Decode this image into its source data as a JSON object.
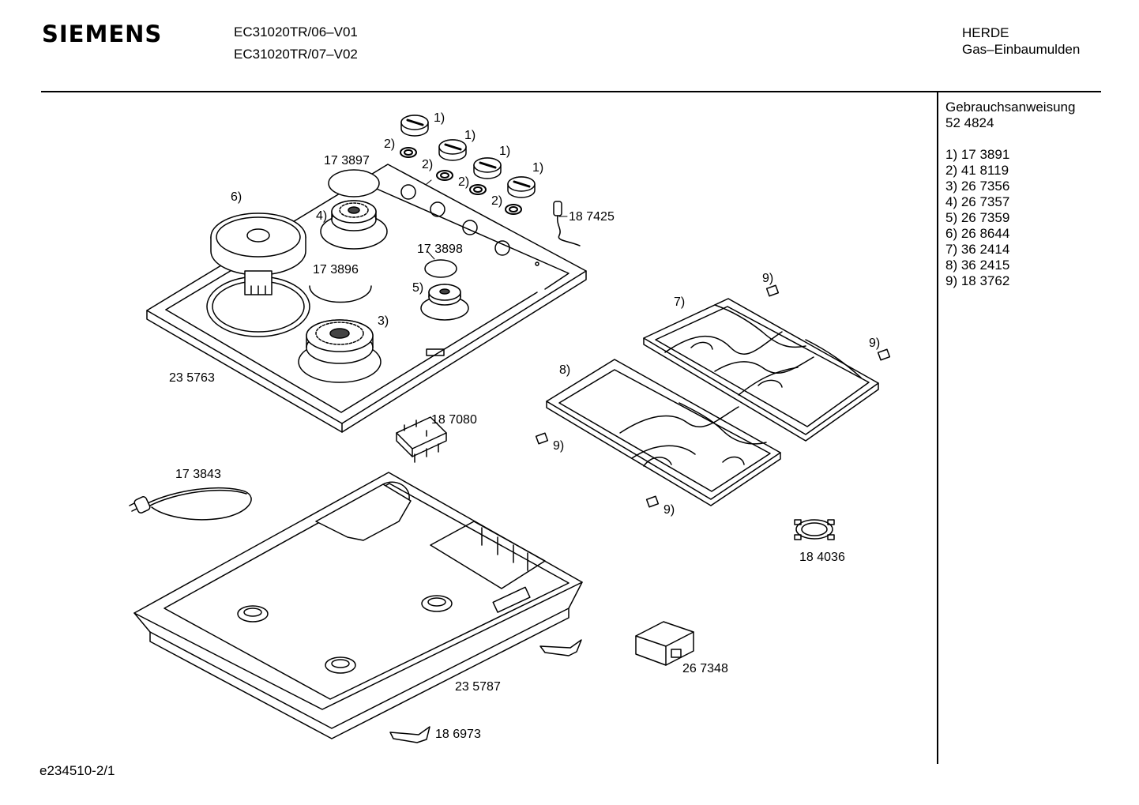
{
  "header": {
    "brand": "SIEMENS",
    "models": [
      "EC31020TR/06–V01",
      "EC31020TR/07–V02"
    ],
    "category": [
      "HERDE",
      "Gas–Einbaumulden"
    ]
  },
  "sidebar": {
    "title": "Gebrauchsanweisung",
    "title_number": "52 4824",
    "parts": [
      "1) 17 3891",
      "2) 41 8119",
      "3) 26 7356",
      "4) 26 7357",
      "5) 26 7359",
      "6) 26 8644",
      "7) 36 2414",
      "8) 36 2415",
      "9) 18 3762"
    ]
  },
  "callouts": {
    "knob_1a": "1)",
    "knob_1b": "1)",
    "knob_1c": "1)",
    "knob_1d": "1)",
    "ring_2a": "2)",
    "ring_2b": "2)",
    "ring_2c": "2)",
    "ring_2d": "2)",
    "burner_3": "3)",
    "burner_4": "4)",
    "burner_5": "5)",
    "hotplate_6": "6)",
    "grid_7": "7)",
    "grid_8": "8)",
    "foot_9a": "9)",
    "foot_9b": "9)",
    "foot_9c": "9)",
    "foot_9d": "9)"
  },
  "part_numbers": {
    "cap_large": "17 3897",
    "thermocouple": "18 7425",
    "cap_small": "17 3898",
    "cap_medium": "17 3896",
    "hob_top": "23 5763",
    "ignition_switch": "18 7080",
    "power_cord": "17 3843",
    "wok_ring": "18 4036",
    "housing": "23 5787",
    "spark_module": "26 7348",
    "clamp": "18 6973"
  },
  "footer": {
    "code": "e234510-2/1"
  }
}
